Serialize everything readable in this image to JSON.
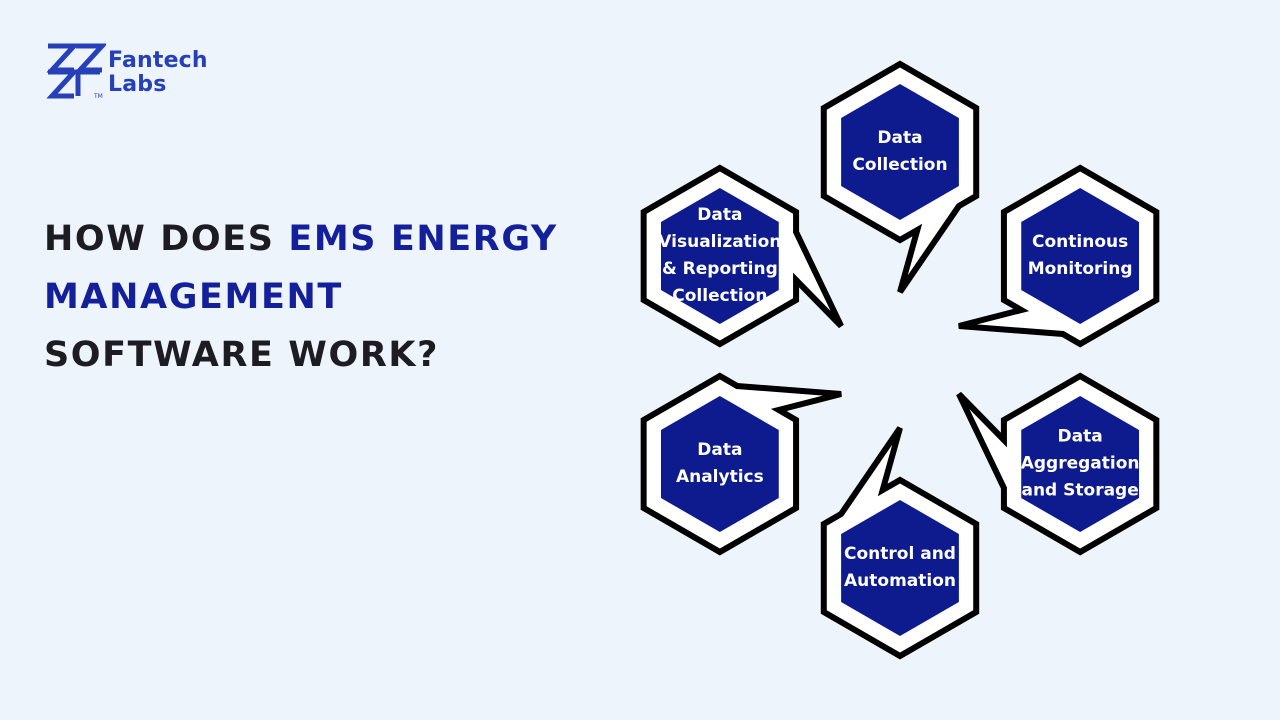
{
  "brand": {
    "name_line1": "Fantech",
    "name_line2": "Labs",
    "tm": "TM",
    "color": "#2540b8"
  },
  "headline": {
    "line1_plain": "HOW DOES ",
    "line1_accent": "EMS ENERGY",
    "line2_accent": "MANAGEMENT",
    "line3_plain": "SOFTWARE WORK?",
    "accent_color": "#141f9a",
    "text_color": "#1c1c22"
  },
  "diagram": {
    "fill_color": "#0d1b8f",
    "outline_color": "#000000",
    "nodes": [
      {
        "id": "data-collection",
        "lines": [
          "Data",
          "Collection"
        ]
      },
      {
        "id": "continuous-monitoring",
        "lines": [
          "Continous",
          "Monitoring"
        ]
      },
      {
        "id": "data-aggregation-storage",
        "lines": [
          "Data",
          "Aggregation",
          "and Storage"
        ]
      },
      {
        "id": "control-automation",
        "lines": [
          "Control and",
          "Automation"
        ]
      },
      {
        "id": "data-analytics",
        "lines": [
          "Data",
          "Analytics"
        ]
      },
      {
        "id": "data-visualization-reporting",
        "lines": [
          "Data",
          "Visualization",
          "& Reporting",
          "Collection"
        ]
      }
    ]
  }
}
